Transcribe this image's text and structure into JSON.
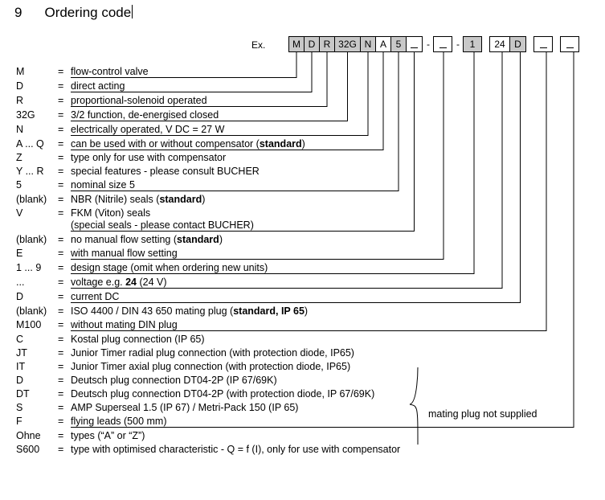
{
  "title": {
    "number": "9",
    "text": "Ordering code",
    "caret": true
  },
  "example": {
    "label": "Ex.",
    "boxes": [
      {
        "text": "M",
        "fill": "gray",
        "width": 20
      },
      {
        "text": "D",
        "fill": "gray",
        "width": 20
      },
      {
        "text": "R",
        "fill": "gray",
        "width": 20
      },
      {
        "text": "32G",
        "fill": "gray",
        "width": 33
      },
      {
        "text": "N",
        "fill": "gray",
        "width": 20
      },
      {
        "text": "A",
        "fill": "white",
        "width": 20
      },
      {
        "text": "5",
        "fill": "gray",
        "width": 20
      },
      {
        "text": "_",
        "fill": "white",
        "width": 21,
        "blank": true
      },
      {
        "text": "-",
        "type": "sep"
      },
      {
        "text": "_",
        "fill": "white",
        "width": 24,
        "blank": true
      },
      {
        "text": "-",
        "type": "sep"
      },
      {
        "text": "1",
        "fill": "gray",
        "width": 24
      },
      {
        "text": "",
        "type": "gap"
      },
      {
        "text": "24",
        "fill": "white",
        "width": 26
      },
      {
        "text": "D",
        "fill": "gray",
        "width": 21
      },
      {
        "text": "",
        "type": "gap"
      },
      {
        "text": "_",
        "fill": "white",
        "width": 24,
        "blank": true
      },
      {
        "text": "",
        "type": "gap"
      },
      {
        "text": "_",
        "fill": "white",
        "width": 24,
        "blank": true
      }
    ]
  },
  "rows": [
    {
      "code": "M",
      "eq": "=",
      "desc": "flow-control valve"
    },
    {
      "code": "D",
      "eq": "=",
      "desc": "direct acting"
    },
    {
      "code": "R",
      "eq": "=",
      "desc": "proportional-solenoid operated"
    },
    {
      "code": "32G",
      "eq": "=",
      "desc": "3/2 function, de-energised closed"
    },
    {
      "code": "N",
      "eq": "=",
      "desc": "electrically operated, V DC = 27  W"
    },
    {
      "code": "A ... Q",
      "eq": "=",
      "desc": "can be used with or without compensator (standard)",
      "bold_tail": "standard"
    },
    {
      "code": "Z",
      "eq": "=",
      "desc": "type only for use with compensator"
    },
    {
      "code": "Y ... R",
      "eq": "=",
      "desc": "special features - please consult BUCHER"
    },
    {
      "code": "5",
      "eq": "=",
      "desc": "nominal size 5"
    },
    {
      "code": "(blank)",
      "eq": "=",
      "desc": "NBR (Nitrile) seals  (standard)",
      "bold_tail": "standard"
    },
    {
      "code": "V",
      "eq": "=",
      "desc": "FKM (Viton) seals"
    },
    {
      "code": "",
      "eq": "",
      "desc": "(special seals - please contact BUCHER)"
    },
    {
      "code": "(blank)",
      "eq": "=",
      "desc": "no manual flow setting (standard)",
      "bold_tail": "standard"
    },
    {
      "code": "E",
      "eq": "=",
      "desc": "with manual flow setting"
    },
    {
      "code": "1 ... 9",
      "eq": "=",
      "desc": "design stage (omit when ordering new units)"
    },
    {
      "code": "...",
      "eq": "=",
      "desc": "voltage e.g. 24 (24 V)",
      "bold_tail": "24"
    },
    {
      "code": "D",
      "eq": "=",
      "desc": "current  DC"
    },
    {
      "code": "(blank)",
      "eq": "=",
      "desc": "ISO 4400 / DIN 43 650 mating plug (standard, IP 65)",
      "bold_tail": "standard, IP 65"
    },
    {
      "code": "M100",
      "eq": "=",
      "desc": "without mating DIN plug"
    },
    {
      "code": "C",
      "eq": "=",
      "desc": "Kostal plug connection (IP 65)"
    },
    {
      "code": "JT",
      "eq": "=",
      "desc": "Junior Timer radial plug connection (with protection diode, IP65)"
    },
    {
      "code": "IT",
      "eq": "=",
      "desc": "Junior Timer axial plug connection (with protection diode, IP65)"
    },
    {
      "code": "D",
      "eq": "=",
      "desc": "Deutsch plug connection DT04-2P (IP 67/69K)"
    },
    {
      "code": "DT",
      "eq": "=",
      "desc": "Deutsch plug connection DT04-2P (with protection diode, IP 67/69K)"
    },
    {
      "code": "S",
      "eq": "=",
      "desc": "AMP Superseal 1.5 (IP 67) / Metri-Pack 150 (IP 65)"
    },
    {
      "code": "F",
      "eq": "=",
      "desc": "flying leads (500 mm)"
    },
    {
      "code": "Ohne",
      "eq": "=",
      "desc": "types (“A” or “Z”)"
    },
    {
      "code": "S600",
      "eq": "=",
      "desc": "type with optimised characteristic - Q = f (I), only for use with compensator"
    }
  ],
  "brace": {
    "label": "mating plug not supplied"
  },
  "colors": {
    "box_fill_gray": "#c8c8c8",
    "line": "#000000",
    "text": "#000000",
    "background": "#ffffff"
  }
}
